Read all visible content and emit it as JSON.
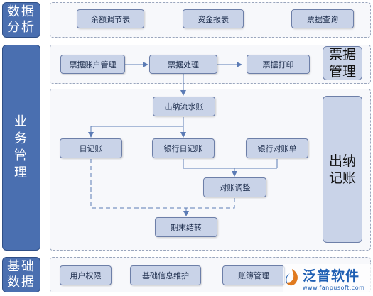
{
  "sections": {
    "analysis": {
      "label": "数据\n分析"
    },
    "business": {
      "label": "业\n务\n管\n理"
    },
    "basic": {
      "label": "基础\n数据"
    }
  },
  "analysis_items": [
    "余额调节表",
    "资金报表",
    "票据查询"
  ],
  "bill_mgmt": {
    "title": "票据\n管理",
    "nodes": [
      "票据账户管理",
      "票据处理",
      "票据打印"
    ]
  },
  "cashier": {
    "title": "出纳\n记账",
    "nodes": {
      "journal_flow": "出纳流水账",
      "daily": "日记账",
      "bank_daily": "银行日记账",
      "bank_statement": "银行对账单",
      "reconcile": "对账调整",
      "period_end": "期末结转"
    }
  },
  "basic_items": [
    "用户权限",
    "基础信息维护",
    "账簿管理"
  ],
  "logo": {
    "name": "泛普软件",
    "url": "www.fanpusoft.com"
  },
  "colors": {
    "side_fill": "#4a6fb0",
    "node_fill": "#c9d3e8",
    "node_border": "#6d7fa8",
    "connector": "#5b7bb5",
    "logo": "#1f5fb3"
  }
}
